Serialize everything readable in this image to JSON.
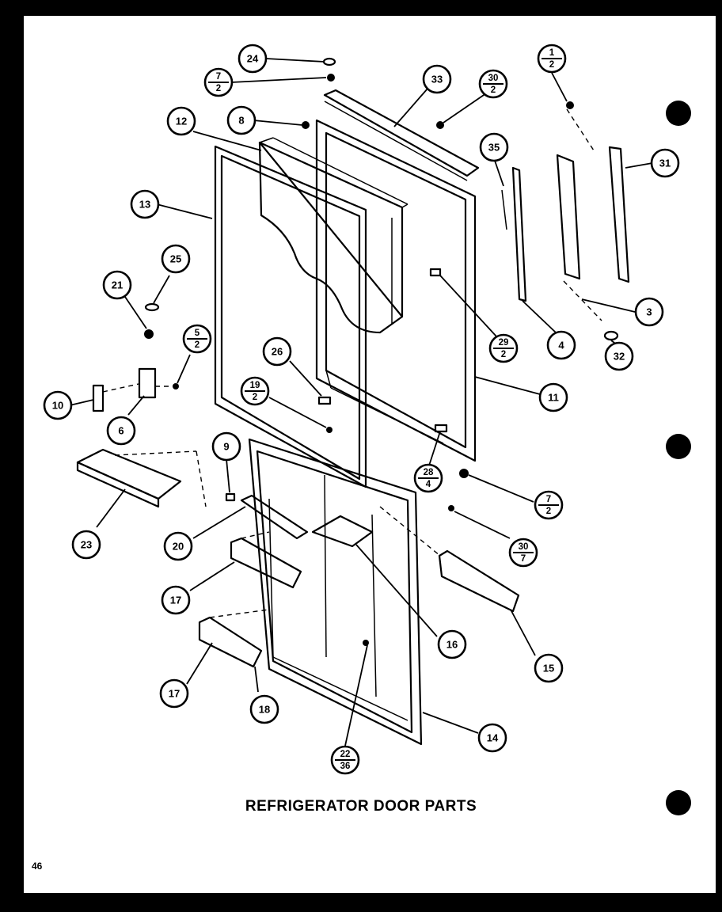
{
  "title": "REFRIGERATOR DOOR PARTS",
  "page_number": "46",
  "callouts": [
    {
      "id": "c24",
      "top": "24",
      "bottom": ""
    },
    {
      "id": "c7a",
      "top": "7",
      "bottom": "2"
    },
    {
      "id": "c33",
      "top": "33",
      "bottom": ""
    },
    {
      "id": "c30a",
      "top": "30",
      "bottom": "2"
    },
    {
      "id": "c1",
      "top": "1",
      "bottom": "2"
    },
    {
      "id": "c12",
      "top": "12",
      "bottom": ""
    },
    {
      "id": "c8",
      "top": "8",
      "bottom": ""
    },
    {
      "id": "c35",
      "top": "35",
      "bottom": ""
    },
    {
      "id": "c31",
      "top": "31",
      "bottom": ""
    },
    {
      "id": "c13",
      "top": "13",
      "bottom": ""
    },
    {
      "id": "c25",
      "top": "25",
      "bottom": ""
    },
    {
      "id": "c21",
      "top": "21",
      "bottom": ""
    },
    {
      "id": "c3",
      "top": "3",
      "bottom": ""
    },
    {
      "id": "c5",
      "top": "5",
      "bottom": "2"
    },
    {
      "id": "c29",
      "top": "29",
      "bottom": "2"
    },
    {
      "id": "c4",
      "top": "4",
      "bottom": ""
    },
    {
      "id": "c32",
      "top": "32",
      "bottom": ""
    },
    {
      "id": "c26",
      "top": "26",
      "bottom": ""
    },
    {
      "id": "c10",
      "top": "10",
      "bottom": ""
    },
    {
      "id": "c11",
      "top": "11",
      "bottom": ""
    },
    {
      "id": "c19",
      "top": "19",
      "bottom": "2"
    },
    {
      "id": "c6",
      "top": "6",
      "bottom": ""
    },
    {
      "id": "c9",
      "top": "9",
      "bottom": ""
    },
    {
      "id": "c28",
      "top": "28",
      "bottom": "4"
    },
    {
      "id": "c7b",
      "top": "7",
      "bottom": "2"
    },
    {
      "id": "c23",
      "top": "23",
      "bottom": ""
    },
    {
      "id": "c20",
      "top": "20",
      "bottom": ""
    },
    {
      "id": "c30b",
      "top": "30",
      "bottom": "7"
    },
    {
      "id": "c17a",
      "top": "17",
      "bottom": ""
    },
    {
      "id": "c16",
      "top": "16",
      "bottom": ""
    },
    {
      "id": "c15",
      "top": "15",
      "bottom": ""
    },
    {
      "id": "c17b",
      "top": "17",
      "bottom": ""
    },
    {
      "id": "c18",
      "top": "18",
      "bottom": ""
    },
    {
      "id": "c14",
      "top": "14",
      "bottom": ""
    },
    {
      "id": "c22",
      "top": "22",
      "bottom": "36"
    }
  ]
}
